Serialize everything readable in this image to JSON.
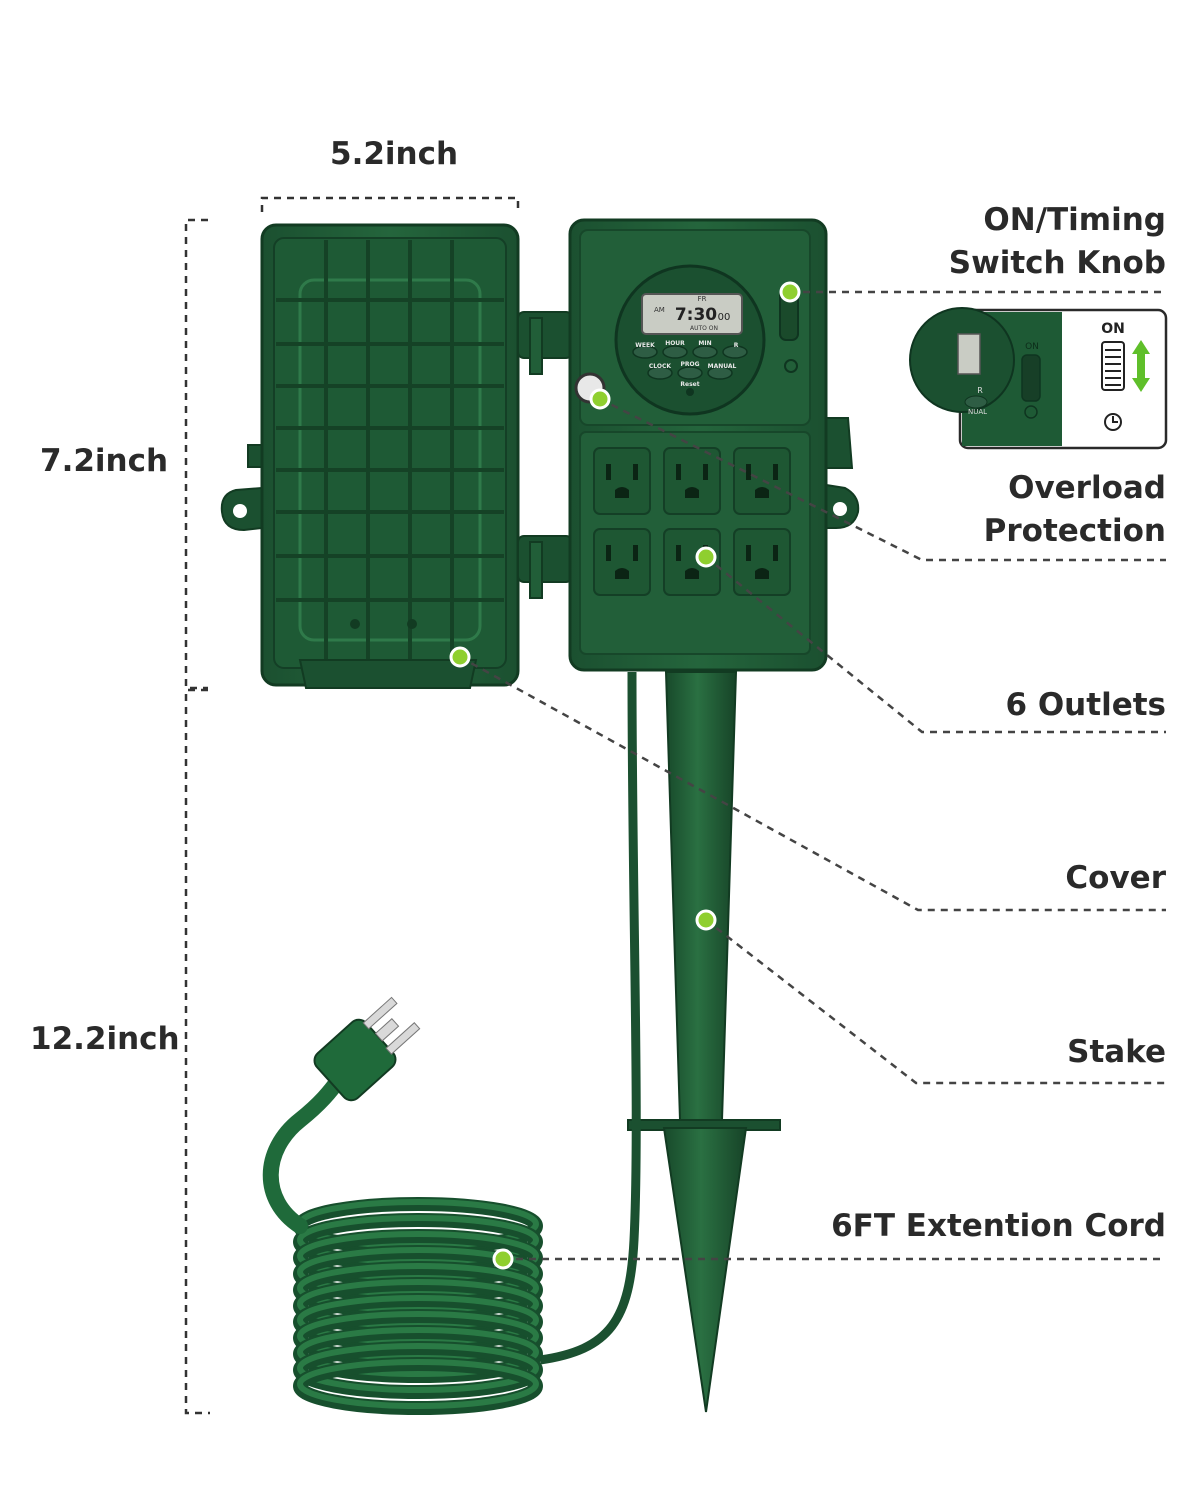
{
  "dimensions": {
    "width": "5.2inch",
    "height_box": "7.2inch",
    "height_total": "12.2inch"
  },
  "callouts": {
    "switch_knob_line1": "ON/Timing",
    "switch_knob_line2": "Switch Knob",
    "overload_line1": "Overload",
    "overload_line2": "Protection",
    "outlets": "6 Outlets",
    "cover": "Cover",
    "stake": "Stake",
    "cord": "6FT Extention Cord"
  },
  "inset": {
    "on_label": "ON",
    "timer_icon": "clock-icon",
    "switch_label": "ON",
    "button_label": "R",
    "button_label2": "NUAL"
  },
  "timer": {
    "day": "FR",
    "am": "AM",
    "time": "7:30",
    "seconds": "00",
    "mode": "AUTO ON",
    "buttons": [
      "WEEK",
      "HOUR",
      "MIN",
      "R",
      "CLOCK",
      "PROG",
      "MANUAL"
    ],
    "reset": "Reset"
  },
  "colors": {
    "product_green": "#1f5c36",
    "product_dark": "#163f26",
    "accent_dot": "#8fcf2f",
    "arrow_green": "#5fbf2a",
    "leader_line": "#444444"
  }
}
